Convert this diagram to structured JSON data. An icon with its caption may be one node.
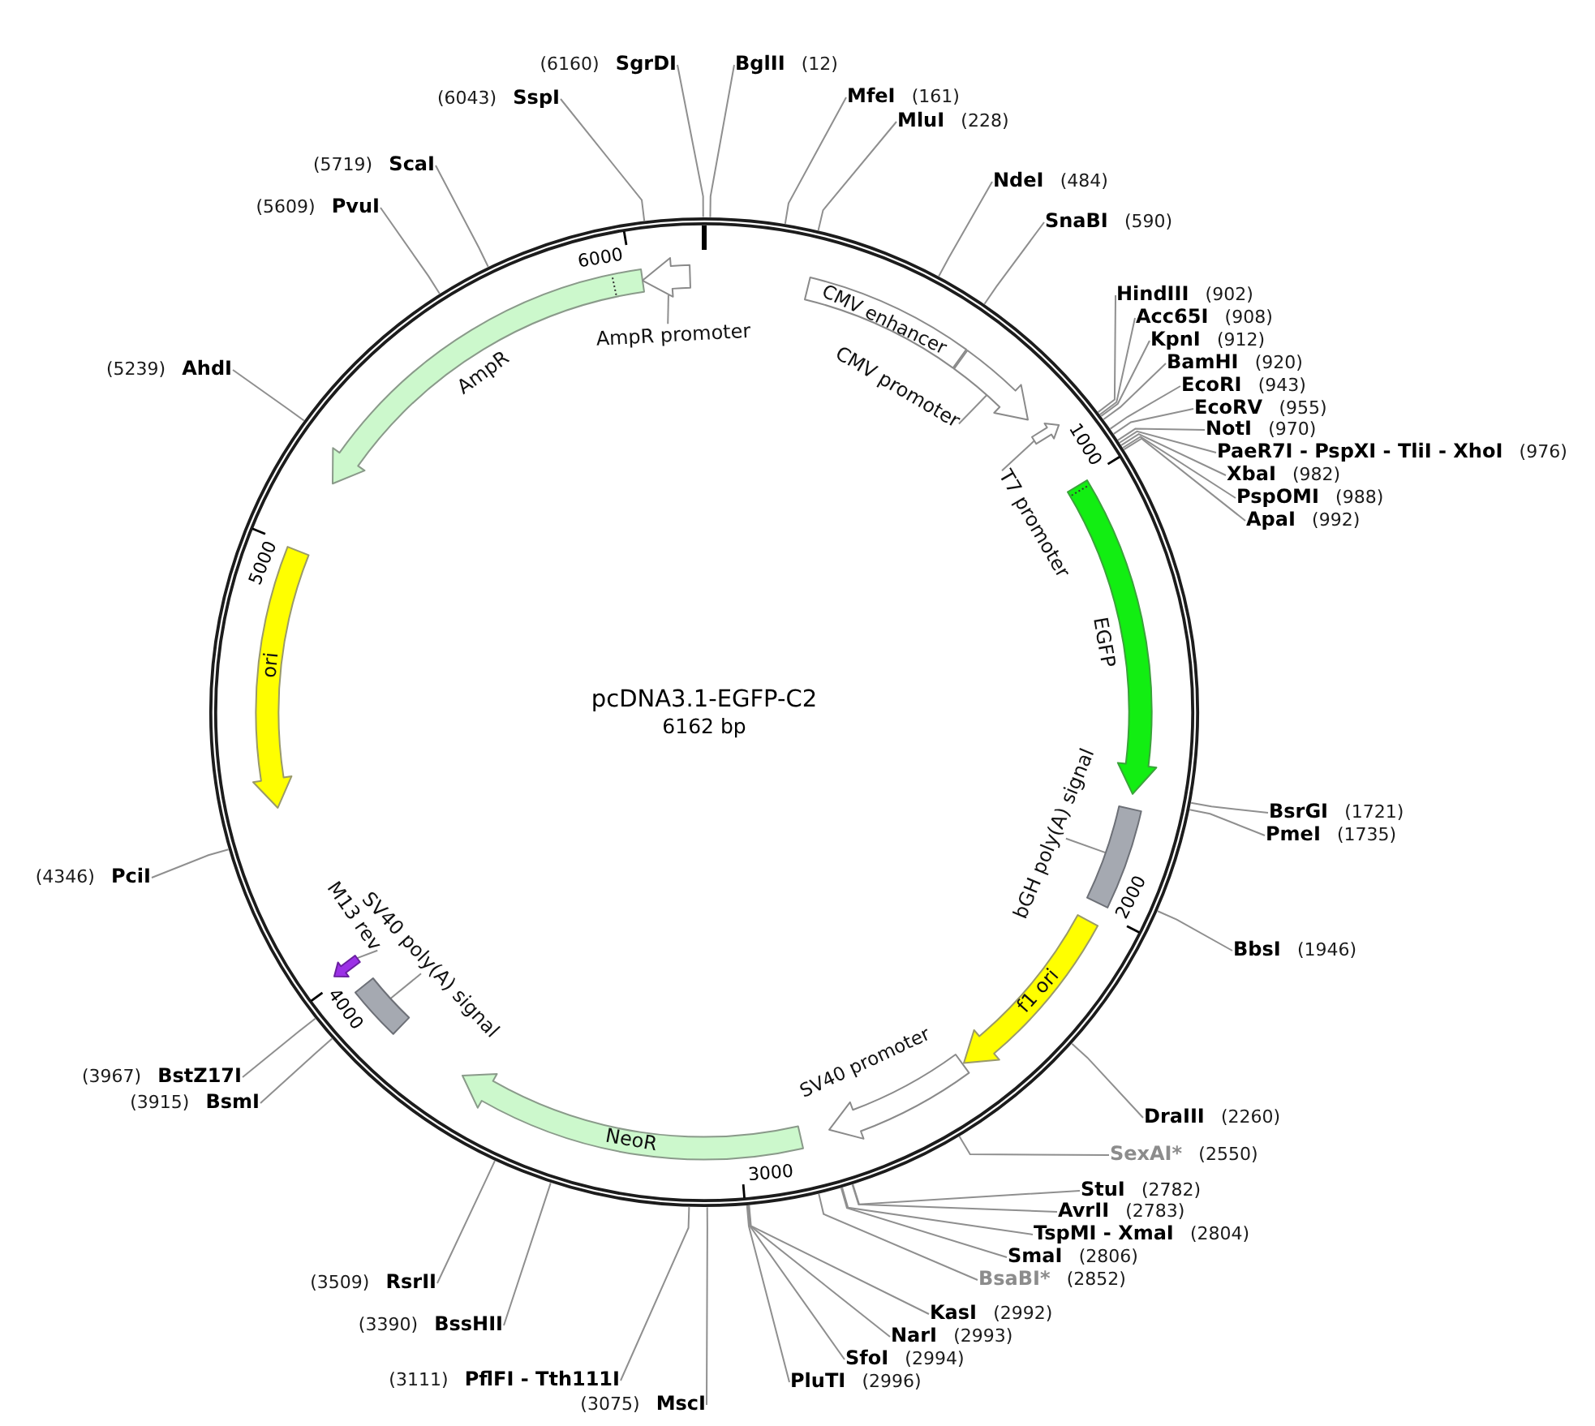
{
  "diagram": {
    "nodes": [
      {
        "text": [
          "(6160)",
          "SgrDI"
        ]
      },
      {
        "text": [
          "BglII",
          "(12)"
        ]
      },
      {
        "text": [
          "MfeI",
          "(161)"
        ]
      },
      {
        "text": [
          "MluI",
          "(228)"
        ]
      },
      {
        "text": [
          "NdeI",
          "(484)"
        ]
      },
      {
        "text": [
          "SnaBI",
          "(590)"
        ]
      },
      {
        "text": [
          "HindIII",
          "(902)"
        ]
      },
      {
        "text": [
          "Acc65I",
          "(908)"
        ]
      },
      {
        "text": [
          "KpnI",
          "(912)"
        ]
      },
      {
        "text": [
          "BamHI",
          "(920)"
        ]
      },
      {
        "text": [
          "EcoRI",
          "(943)"
        ]
      },
      {
        "text": [
          "EcoRV",
          "(955)"
        ]
      },
      {
        "text": [
          "NotI",
          "(970)"
        ]
      },
      {
        "text": [
          "PaeR7I - PspXI - TliI - XhoI",
          "(976)"
        ]
      },
      {
        "text": [
          "XbaI",
          "(982)"
        ]
      },
      {
        "text": [
          "PspOMI",
          "(988)"
        ]
      },
      {
        "text": [
          "ApaI",
          "(992)"
        ]
      },
      {
        "text": [
          "BsrGI",
          "(1721)"
        ]
      },
      {
        "text": [
          "PmeI",
          "(1735)"
        ]
      },
      {
        "text": [
          "BbsI",
          "(1946)"
        ]
      },
      {
        "text": [
          "DraIII",
          "(2260)"
        ]
      },
      {
        "text": [
          "SexAI*",
          "(2550)"
        ]
      },
      {
        "text": [
          "StuI",
          "(2782)"
        ]
      },
      {
        "text": [
          "AvrII",
          "(2783)"
        ]
      },
      {
        "text": [
          "TspMI - XmaI",
          "(2804)"
        ]
      },
      {
        "text": [
          "SmaI",
          "(2806)"
        ]
      },
      {
        "text": [
          "BsaBI*",
          "(2852)"
        ]
      },
      {
        "text": [
          "KasI",
          "(2992)"
        ]
      },
      {
        "text": [
          "NarI",
          "(2993)"
        ]
      },
      {
        "text": [
          "SfoI",
          "(2994)"
        ]
      },
      {
        "text": [
          "PluTI",
          "(2996)"
        ]
      },
      {
        "text": [
          "(3075)",
          "MscI"
        ]
      },
      {
        "text": [
          "(3111)",
          "PflFI - Tth111I"
        ]
      },
      {
        "text": [
          "(3390)",
          "BssHII"
        ]
      },
      {
        "text": [
          "(3509)",
          "RsrII"
        ]
      },
      {
        "text": [
          "(3915)",
          "BsmI"
        ]
      },
      {
        "text": [
          "(3967)",
          "BstZ17I"
        ]
      },
      {
        "text": [
          "(4346)",
          "PciI"
        ]
      },
      {
        "text": [
          "(5239)",
          "AhdI"
        ]
      },
      {
        "text": [
          "(5609)",
          "PvuI"
        ]
      },
      {
        "text": [
          "(5719)",
          "ScaI"
        ]
      },
      {
        "text": [
          "(6043)",
          "SspI"
        ]
      },
      {
        "text": [
          "pcDNA3.1-EGFP-C2",
          "6162 bp"
        ]
      },
      {
        "text": [
          "CMV enhancer"
        ],
        "in": 42
      },
      {
        "text": [],
        "shape": "arrow",
        "in": 42
      },
      {
        "text": [],
        "shape": "arrow",
        "in": 42
      },
      {
        "text": [],
        "shape": "arrow",
        "beside": [
          "EGFP"
        ],
        "in": 42
      },
      {
        "text": [],
        "shape": "box",
        "in": 42
      },
      {
        "text": [
          "f1 ori"
        ],
        "in": 42
      },
      {
        "text": [],
        "shape": "arrow",
        "beside": [
          "SV40 promoter"
        ],
        "in": 42
      },
      {
        "text": [
          "NeoR"
        ],
        "in": 42
      },
      {
        "text": [],
        "shape": "box",
        "in": 42
      },
      {
        "text": [],
        "shape": "arrow",
        "in": 42
      },
      {
        "text": [
          "ori"
        ],
        "in": 42
      },
      {
        "text": [],
        "shape": "arrow",
        "beside": [
          "AmpR"
        ],
        "in": 42
      },
      {
        "text": [],
        "shape": "arrow",
        "in": 42
      },
      {
        "text": [
          "CMV promoter"
        ],
        "in": 42
      },
      {
        "text": [
          "T7 promoter"
        ],
        "in": 42
      },
      {
        "text": [
          "bGH poly(A) signal"
        ],
        "in": 42
      },
      {
        "text": [
          "SV40 poly(A) signal"
        ],
        "in": 42
      },
      {
        "text": [
          "M13 rev"
        ],
        "in": 42
      },
      {
        "text": [
          "AmpR promoter"
        ],
        "in": 42
      }
    ],
    "edges": [
      {
        "from": 0,
        "to": 42,
        "arrow": "none"
      },
      {
        "from": 1,
        "to": 42,
        "arrow": "none"
      },
      {
        "from": 2,
        "to": 42,
        "arrow": "none"
      },
      {
        "from": 3,
        "to": 42,
        "arrow": "none"
      },
      {
        "from": 4,
        "to": 42,
        "arrow": "none"
      },
      {
        "from": 5,
        "to": 42,
        "arrow": "none"
      },
      {
        "from": 6,
        "to": 42,
        "arrow": "none"
      },
      {
        "from": 7,
        "to": 42,
        "arrow": "none"
      },
      {
        "from": 8,
        "to": 42,
        "arrow": "none"
      },
      {
        "from": 9,
        "to": 42,
        "arrow": "none"
      },
      {
        "from": 10,
        "to": 42,
        "arrow": "none"
      },
      {
        "from": 11,
        "to": 42,
        "arrow": "none"
      },
      {
        "from": 12,
        "to": 42,
        "arrow": "none"
      },
      {
        "from": 13,
        "to": 42,
        "arrow": "none"
      },
      {
        "from": 14,
        "to": 42,
        "arrow": "none"
      },
      {
        "from": 15,
        "to": 42,
        "arrow": "none"
      },
      {
        "from": 16,
        "to": 42,
        "arrow": "none"
      },
      {
        "from": 17,
        "to": 42,
        "arrow": "none"
      },
      {
        "from": 18,
        "to": 42,
        "arrow": "none"
      },
      {
        "from": 19,
        "to": 42,
        "arrow": "none"
      },
      {
        "from": 20,
        "to": 42,
        "arrow": "none"
      },
      {
        "from": 21,
        "to": 42,
        "arrow": "none"
      },
      {
        "from": 22,
        "to": 42,
        "arrow": "none"
      },
      {
        "from": 23,
        "to": 42,
        "arrow": "none"
      },
      {
        "from": 24,
        "to": 42,
        "arrow": "none"
      },
      {
        "from": 25,
        "to": 42,
        "arrow": "none"
      },
      {
        "from": 26,
        "to": 42,
        "arrow": "none"
      },
      {
        "from": 27,
        "to": 42,
        "arrow": "none"
      },
      {
        "from": 28,
        "to": 42,
        "arrow": "none"
      },
      {
        "from": 29,
        "to": 42,
        "arrow": "none"
      },
      {
        "from": 30,
        "to": 42,
        "arrow": "none"
      },
      {
        "from": 31,
        "to": 42,
        "arrow": "none"
      },
      {
        "from": 32,
        "to": 42,
        "arrow": "none"
      },
      {
        "from": 33,
        "to": 42,
        "arrow": "none"
      },
      {
        "from": 34,
        "to": 42,
        "arrow": "none"
      },
      {
        "from": 35,
        "to": 42,
        "arrow": "none"
      },
      {
        "from": 36,
        "to": 42,
        "arrow": "none"
      },
      {
        "from": 37,
        "to": 42,
        "arrow": "none"
      },
      {
        "from": 38,
        "to": 42,
        "arrow": "none"
      },
      {
        "from": 39,
        "to": 42,
        "arrow": "none"
      },
      {
        "from": 40,
        "to": 42,
        "arrow": "none"
      },
      {
        "from": 41,
        "to": 42,
        "arrow": "none"
      },
      {
        "from": 56,
        "to": 44,
        "arrow": "none"
      },
      {
        "from": 57,
        "to": 45,
        "arrow": "none"
      },
      {
        "from": 58,
        "to": 47,
        "arrow": "none"
      },
      {
        "from": 59,
        "to": 51,
        "arrow": "none"
      },
      {
        "from": 60,
        "to": 52,
        "arrow": "none"
      },
      {
        "from": 61,
        "to": 55,
        "arrow": "none"
      }
    ],
    "labels": [
      "6000",
      "1000",
      "5000",
      "2000",
      "4000",
      "3000"
    ]
  }
}
